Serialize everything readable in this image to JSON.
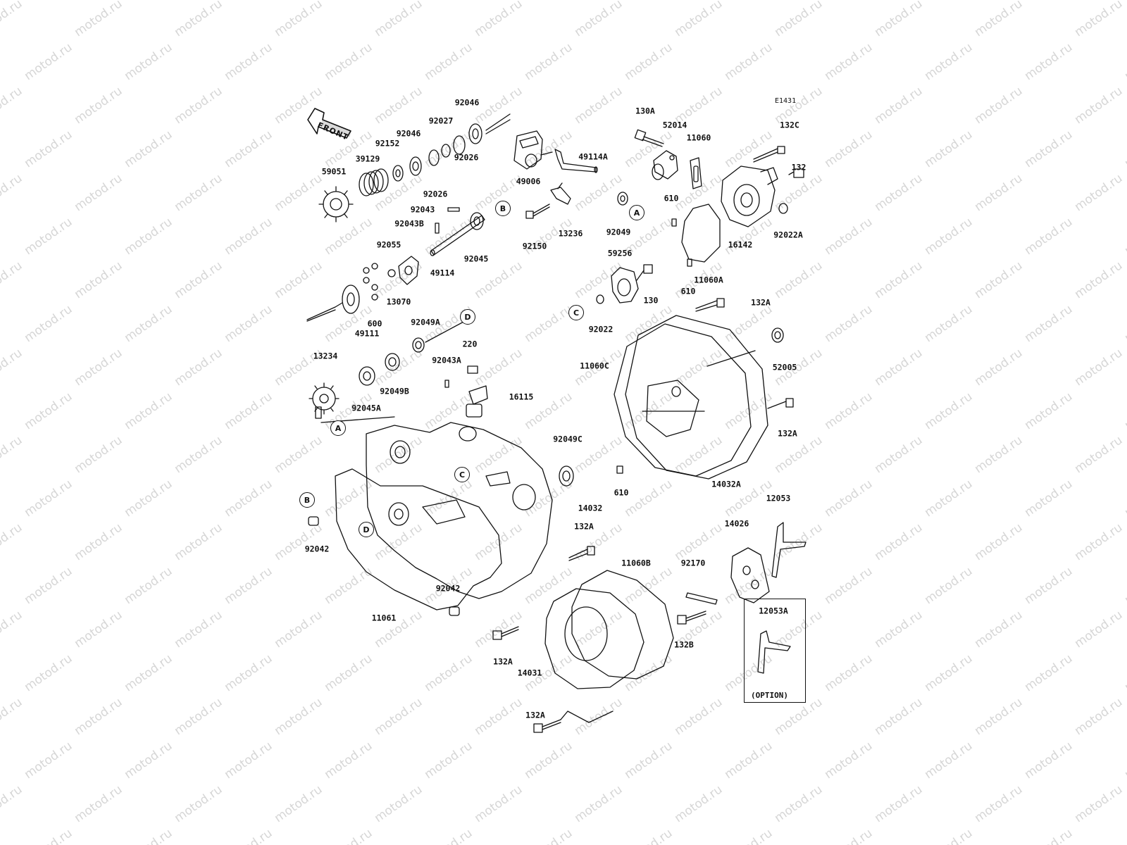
{
  "watermark_text": "motod.ru",
  "diagram_code": "E1431",
  "front_label": "FRONT",
  "option_label": "(OPTION)",
  "parts": [
    {
      "id": "p92046a",
      "label": "92046"
    },
    {
      "id": "p92027",
      "label": "92027"
    },
    {
      "id": "p92046b",
      "label": "92046"
    },
    {
      "id": "p92152",
      "label": "92152"
    },
    {
      "id": "p39129",
      "label": "39129"
    },
    {
      "id": "p59051",
      "label": "59051"
    },
    {
      "id": "p92026a",
      "label": "92026"
    },
    {
      "id": "p92026b",
      "label": "92026"
    },
    {
      "id": "p92043",
      "label": "92043"
    },
    {
      "id": "p92043B",
      "label": "92043B"
    },
    {
      "id": "p92055",
      "label": "92055"
    },
    {
      "id": "p49114",
      "label": "49114"
    },
    {
      "id": "p92045",
      "label": "92045"
    },
    {
      "id": "p13070",
      "label": "13070"
    },
    {
      "id": "p600",
      "label": "600"
    },
    {
      "id": "p49111",
      "label": "49111"
    },
    {
      "id": "p49006",
      "label": "49006"
    },
    {
      "id": "p49114A",
      "label": "49114A"
    },
    {
      "id": "p13236",
      "label": "13236"
    },
    {
      "id": "p92150",
      "label": "92150"
    },
    {
      "id": "p130A",
      "label": "130A"
    },
    {
      "id": "p52014",
      "label": "52014"
    },
    {
      "id": "p11060",
      "label": "11060"
    },
    {
      "id": "p132C",
      "label": "132C"
    },
    {
      "id": "p132",
      "label": "132"
    },
    {
      "id": "p610a",
      "label": "610"
    },
    {
      "id": "p92049",
      "label": "92049"
    },
    {
      "id": "p92022A",
      "label": "92022A"
    },
    {
      "id": "p16142",
      "label": "16142"
    },
    {
      "id": "p11060A",
      "label": "11060A"
    },
    {
      "id": "p59256",
      "label": "59256"
    },
    {
      "id": "p130",
      "label": "130"
    },
    {
      "id": "p610b",
      "label": "610"
    },
    {
      "id": "p92022",
      "label": "92022"
    },
    {
      "id": "p132Aa",
      "label": "132A"
    },
    {
      "id": "p92049A",
      "label": "92049A"
    },
    {
      "id": "p220",
      "label": "220"
    },
    {
      "id": "p13234",
      "label": "13234"
    },
    {
      "id": "p92043A",
      "label": "92043A"
    },
    {
      "id": "p92049B",
      "label": "92049B"
    },
    {
      "id": "p92045A",
      "label": "92045A"
    },
    {
      "id": "p16115",
      "label": "16115"
    },
    {
      "id": "p11060C",
      "label": "11060C"
    },
    {
      "id": "p52005",
      "label": "52005"
    },
    {
      "id": "p132Ab",
      "label": "132A"
    },
    {
      "id": "p92049C",
      "label": "92049C"
    },
    {
      "id": "p610c",
      "label": "610"
    },
    {
      "id": "p14032A",
      "label": "14032A"
    },
    {
      "id": "p14032",
      "label": "14032"
    },
    {
      "id": "p12053",
      "label": "12053"
    },
    {
      "id": "p14026",
      "label": "14026"
    },
    {
      "id": "p132Ac",
      "label": "132A"
    },
    {
      "id": "p92042a",
      "label": "92042"
    },
    {
      "id": "p11060B",
      "label": "11060B"
    },
    {
      "id": "p92170",
      "label": "92170"
    },
    {
      "id": "p92042b",
      "label": "92042"
    },
    {
      "id": "p11061",
      "label": "11061"
    },
    {
      "id": "p132Ad",
      "label": "132A"
    },
    {
      "id": "p132B",
      "label": "132B"
    },
    {
      "id": "p12053A",
      "label": "12053A"
    },
    {
      "id": "p14031",
      "label": "14031"
    },
    {
      "id": "p132Ae",
      "label": "132A"
    }
  ],
  "refs": [
    "A",
    "B",
    "C",
    "D",
    "A",
    "B",
    "C",
    "D",
    "A",
    "B",
    "C",
    "D"
  ]
}
